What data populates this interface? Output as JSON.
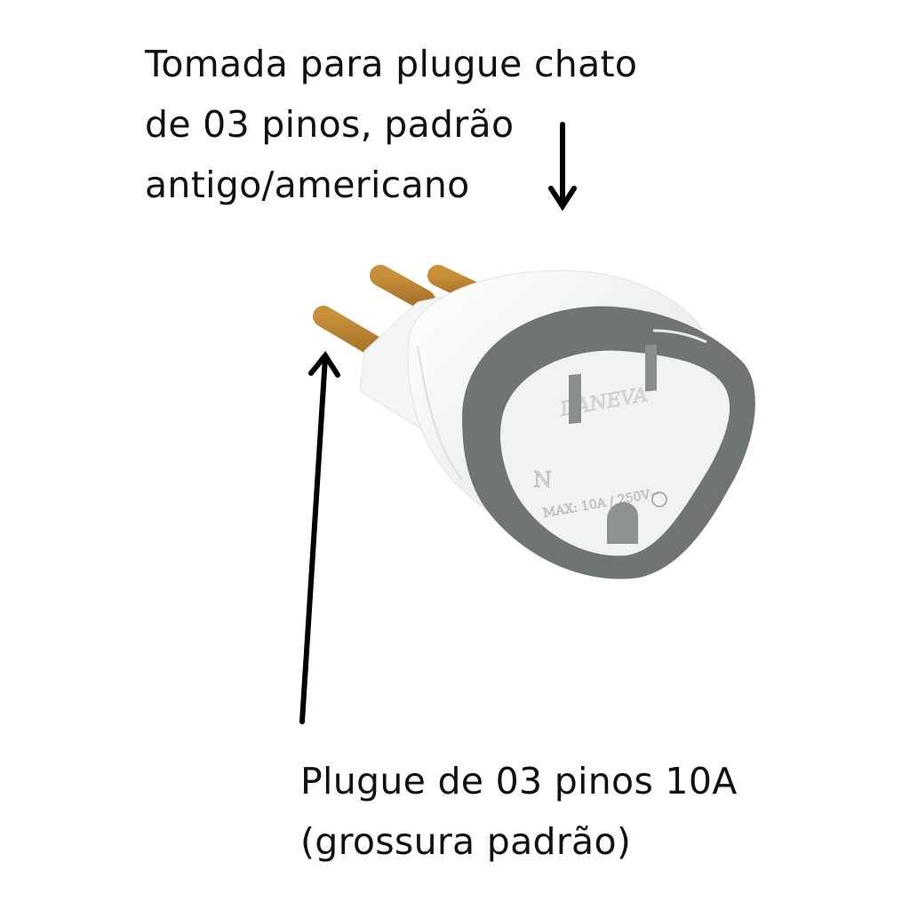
{
  "top_label": {
    "lines": [
      "Tomada para plugue chato",
      "de 03 pinos, padrão",
      "antigo/americano"
    ]
  },
  "bottom_label": {
    "lines": [
      "Plugue de 03 pinos 10A",
      "(grossura padrão)"
    ]
  },
  "product": {
    "brand": "DANEVA",
    "face_marking": "MAX: 10A / 250V~",
    "neutral_mark": "N",
    "colors": {
      "pins": "#b8822f",
      "body": "#f2f3f3",
      "ring": "#6e7572",
      "arrows": "#000000"
    }
  }
}
